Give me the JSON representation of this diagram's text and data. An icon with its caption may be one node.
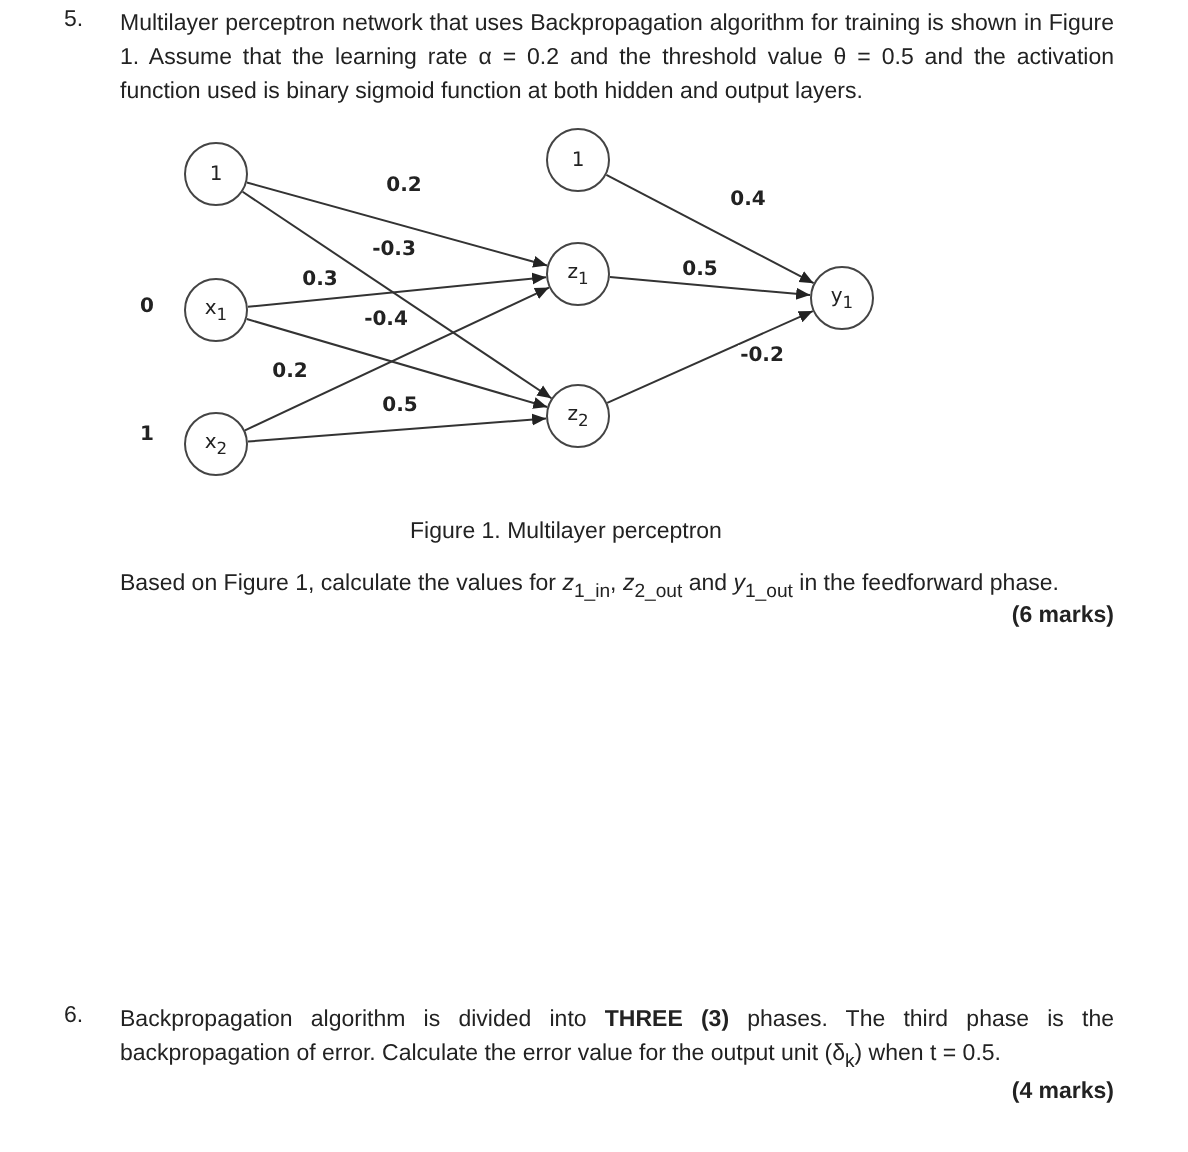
{
  "diagram": {
    "caption": "Figure 1. Multilayer perceptron",
    "nodes": [
      {
        "text": [
          "1"
        ]
      },
      {
        "text": [
          "x$_{1}$"
        ],
        "beside": [
          "0"
        ]
      },
      {
        "text": [
          "x$_{2}$"
        ],
        "beside": [
          "1"
        ]
      },
      {
        "text": [
          "1"
        ]
      },
      {
        "text": [
          "z$_{1}$"
        ]
      },
      {
        "text": [
          "z$_{2}$"
        ]
      },
      {
        "text": [
          "y$_{1}$"
        ]
      }
    ],
    "edges": [
      {
        "from": 0,
        "to": 4,
        "arrow": "to",
        "label": "0.2"
      },
      {
        "from": 0,
        "to": 5,
        "arrow": "to",
        "label": "-0.3"
      },
      {
        "from": 1,
        "to": 4,
        "arrow": "to",
        "label": "0.3"
      },
      {
        "from": 1,
        "to": 5,
        "arrow": "to",
        "label": "-0.4"
      },
      {
        "from": 2,
        "to": 4,
        "arrow": "to",
        "label": "0.2"
      },
      {
        "from": 2,
        "to": 5,
        "arrow": "to",
        "label": "0.5"
      },
      {
        "from": 3,
        "to": 6,
        "arrow": "to",
        "label": "0.4"
      },
      {
        "from": 4,
        "to": 6,
        "arrow": "to",
        "label": "0.5"
      },
      {
        "from": 5,
        "to": 6,
        "arrow": "to",
        "label": "-0.2"
      }
    ],
    "labels": [
      "5.",
      "Multilayer perceptron network that uses Backpropagation algorithm for training is shown in Figure 1. Assume that the learning rate α = 0.2 and the threshold value θ = 0.5 and the activation function used is binary sigmoid function at both hidden and output layers.",
      "Based on Figure 1, calculate the values for *z*$_{1_in}$, *z*$_{2_out}$ and *y*$_{1_out}$ in the feedforward phase.",
      "(6 marks)",
      "6.",
      "Backpropagation algorithm is divided into **THREE (3)** phases. The third phase is the backpropagation of error. Calculate the error value for the output unit (δ$_{k}$) when t = 0.5.",
      "(4 marks)"
    ]
  }
}
